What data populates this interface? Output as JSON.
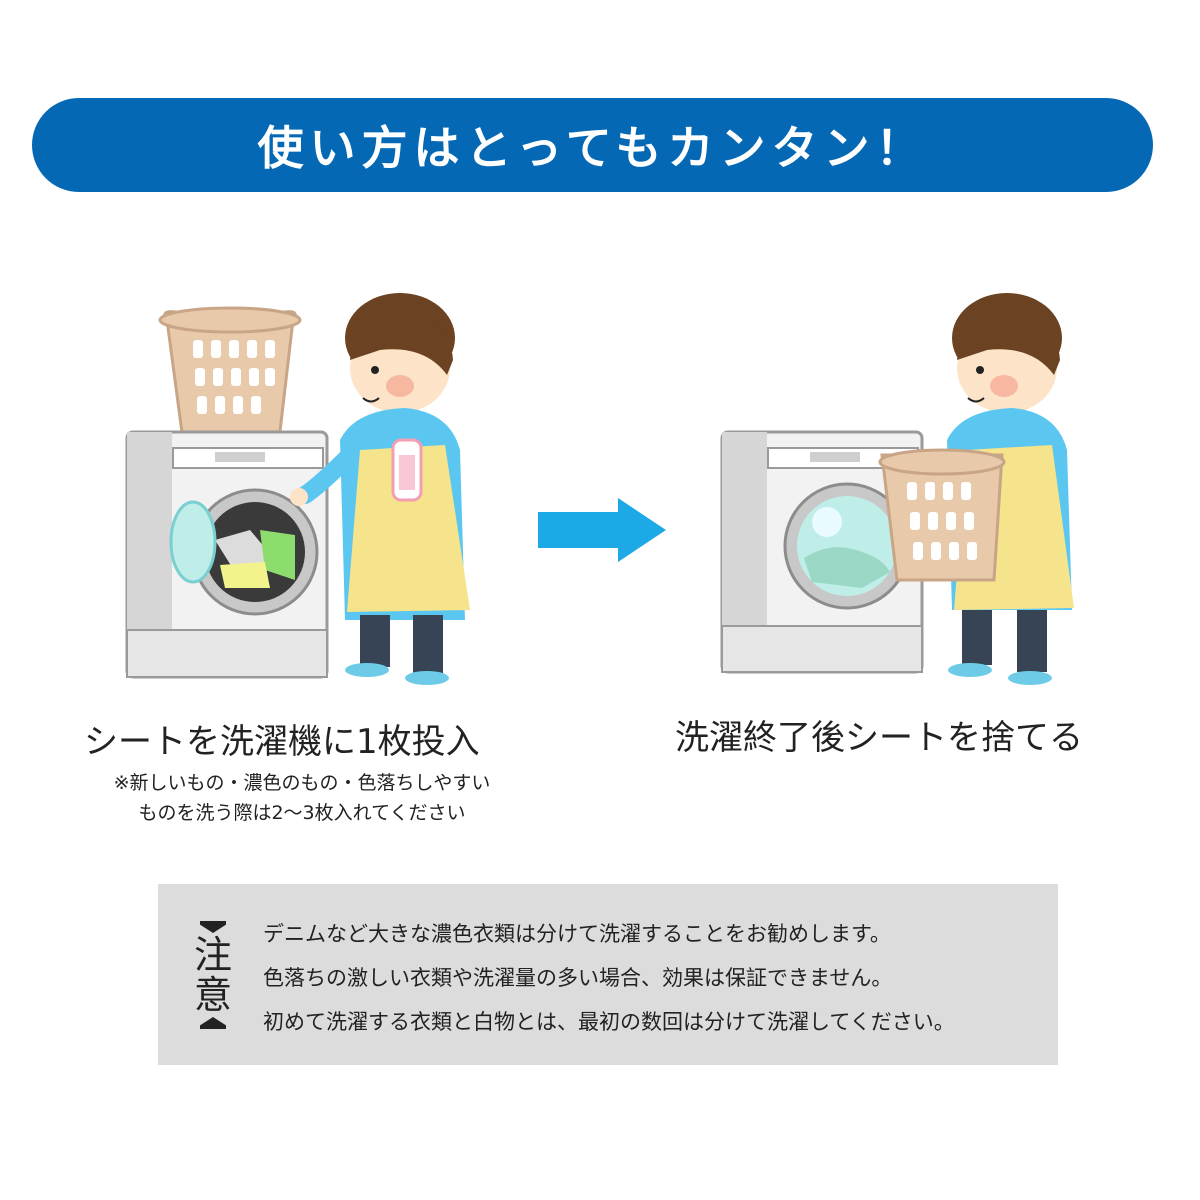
{
  "banner": {
    "title": "使い方はとってもカンタン！"
  },
  "steps": [
    {
      "label": "シートを洗濯機に1枚投入",
      "note_lines": [
        "※新しいもの・濃色のもの・色落ちしやすい",
        "ものを洗う際は2〜3枚入れてください"
      ]
    },
    {
      "label": "洗濯終了後シートを捨てる"
    }
  ],
  "caution": {
    "title_chars": [
      "注",
      "意"
    ],
    "lines": [
      "デニムなど大きな濃色衣類は分けて洗濯することをお勧めします。",
      "色落ちの激しい衣類や洗濯量の多い場合、効果は保証できません。",
      "初めて洗濯する衣類と白物とは、最初の数回は分けて洗濯してください。"
    ]
  },
  "colors": {
    "banner": "#0468b4",
    "arrow": "#1ca9e6",
    "caution_bg": "#dcdcdc"
  }
}
